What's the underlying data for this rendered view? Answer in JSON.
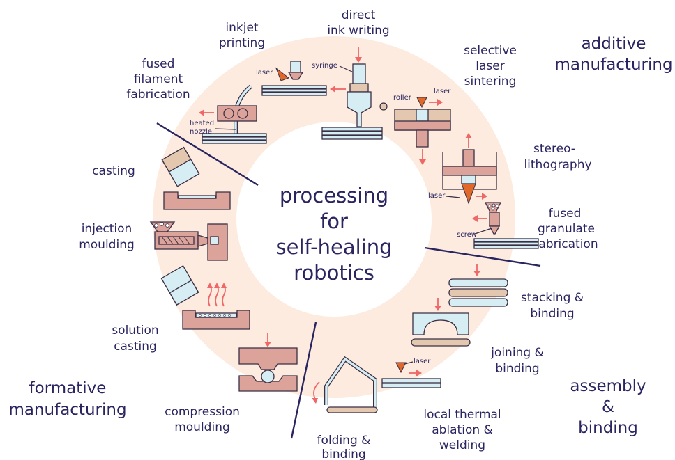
{
  "center": {
    "line1": "processing",
    "line2": "for",
    "line3": "self-healing",
    "line4": "robotics"
  },
  "categories": {
    "additive": [
      "additive",
      "manufacturing"
    ],
    "formative": [
      "formative",
      "manufacturing"
    ],
    "assembly": [
      "assembly",
      "&",
      "binding"
    ]
  },
  "methods": {
    "direct_ink_writing": [
      "direct",
      "ink writing"
    ],
    "inkjet_printing": [
      "inkjet",
      "printing"
    ],
    "fused_filament_fabrication": [
      "fused",
      "filament",
      "fabrication"
    ],
    "selective_laser_sintering": [
      "selective",
      "laser",
      "sintering"
    ],
    "stereolithography": [
      "stereo-",
      "lithography"
    ],
    "fused_granulate_fabrication": [
      "fused",
      "granulate",
      "fabrication"
    ],
    "casting": [
      "casting"
    ],
    "injection_moulding": [
      "injection",
      "moulding"
    ],
    "solution_casting": [
      "solution",
      "casting"
    ],
    "compression_moulding": [
      "compression",
      "moulding"
    ],
    "stacking_binding": [
      "stacking &",
      "binding"
    ],
    "joining_binding": [
      "joining &",
      "binding"
    ],
    "local_thermal_ablation": [
      "local thermal",
      "ablation &",
      "welding"
    ],
    "folding_binding": [
      "folding &",
      "binding"
    ]
  },
  "annotations": {
    "syringe": "syringe",
    "laser": "laser",
    "roller": "roller",
    "heated_nozzle": [
      "heated",
      "nozzle"
    ],
    "screw": "screw"
  },
  "colors": {
    "ring": "#fcebde",
    "text": "#2a2560",
    "material_pink": "#dba39a",
    "material_blue": "#d6eef3",
    "arrow": "#ef6767"
  }
}
